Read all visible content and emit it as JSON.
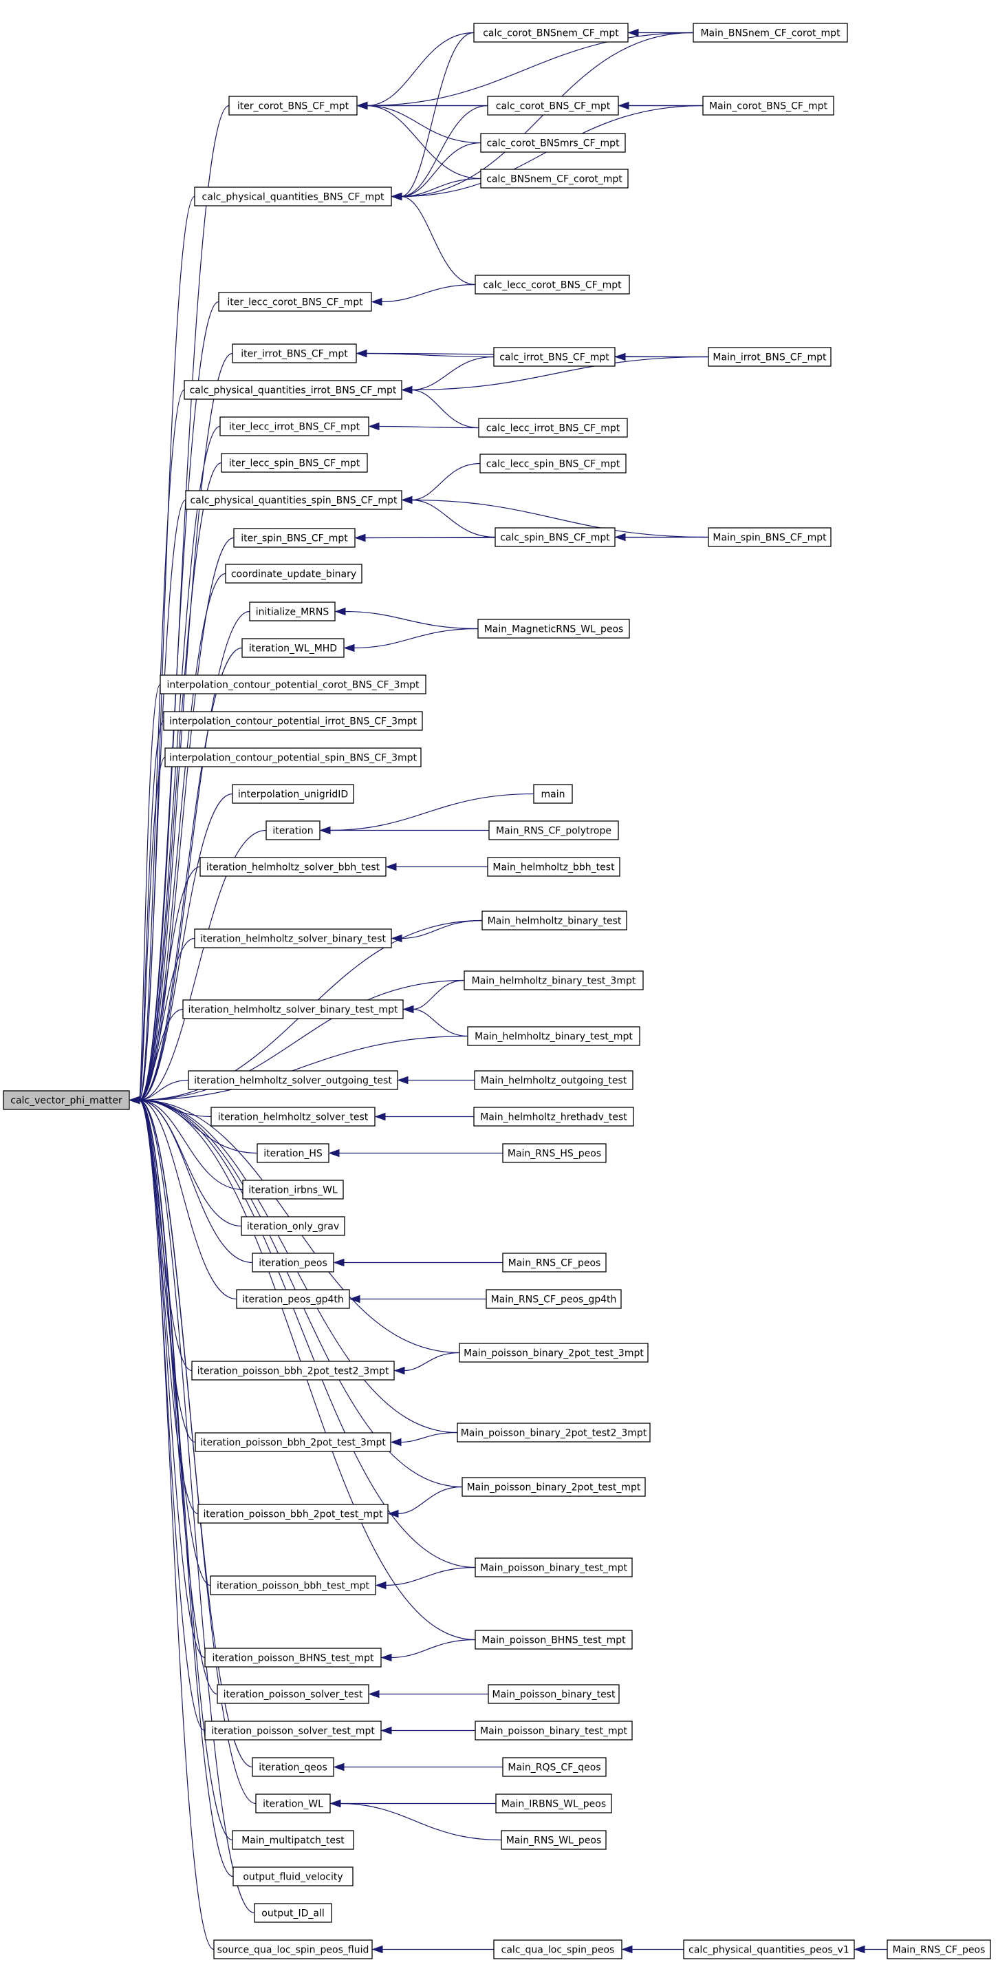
{
  "graph": {
    "root": "calc_vector_phi_matter",
    "edge_color": "#191970",
    "root_fill": "#bfbfbf",
    "nodes": [
      "calc_vector_phi_matter",
      "iter_corot_BNS_CF_mpt",
      "calc_corot_BNSnem_CF_mpt",
      "Main_BNSnem_CF_corot_mpt",
      "calc_corot_BNS_CF_mpt",
      "Main_corot_BNS_CF_mpt",
      "calc_corot_BNSmrs_CF_mpt",
      "calc_physical_quantities_BNS_CF_mpt",
      "calc_BNSnem_CF_corot_mpt",
      "iter_lecc_corot_BNS_CF_mpt",
      "calc_lecc_corot_BNS_CF_mpt",
      "iter_irrot_BNS_CF_mpt",
      "calc_irrot_BNS_CF_mpt",
      "Main_irrot_BNS_CF_mpt",
      "calc_physical_quantities_irrot_BNS_CF_mpt",
      "iter_lecc_irrot_BNS_CF_mpt",
      "calc_lecc_irrot_BNS_CF_mpt",
      "iter_lecc_spin_BNS_CF_mpt",
      "calc_lecc_spin_BNS_CF_mpt",
      "calc_physical_quantities_spin_BNS_CF_mpt",
      "iter_spin_BNS_CF_mpt",
      "calc_spin_BNS_CF_mpt",
      "Main_spin_BNS_CF_mpt",
      "coordinate_update_binary",
      "initialize_MRNS",
      "Main_MagneticRNS_WL_peos",
      "iteration_WL_MHD",
      "interpolation_contour_potential_corot_BNS_CF_3mpt",
      "interpolation_contour_potential_irrot_BNS_CF_3mpt",
      "interpolation_contour_potential_spin_BNS_CF_3mpt",
      "interpolation_unigridID",
      "main",
      "iteration",
      "Main_RNS_CF_polytrope",
      "iteration_helmholtz_solver_bbh_test",
      "Main_helmholtz_bbh_test",
      "Main_helmholtz_binary_test",
      "iteration_helmholtz_solver_binary_test",
      "Main_helmholtz_binary_test_3mpt",
      "iteration_helmholtz_solver_binary_test_mpt",
      "Main_helmholtz_binary_test_mpt",
      "iteration_helmholtz_solver_outgoing_test",
      "Main_helmholtz_outgoing_test",
      "iteration_helmholtz_solver_test",
      "Main_helmholtz_hrethadv_test",
      "iteration_HS",
      "Main_RNS_HS_peos",
      "iteration_irbns_WL",
      "iteration_only_grav",
      "iteration_peos",
      "Main_RNS_CF_peos",
      "iteration_peos_gp4th",
      "Main_RNS_CF_peos_gp4th",
      "Main_poisson_binary_2pot_test_3mpt",
      "iteration_poisson_bbh_2pot_test2_3mpt",
      "Main_poisson_binary_2pot_test2_3mpt",
      "iteration_poisson_bbh_2pot_test_3mpt",
      "Main_poisson_binary_2pot_test_mpt",
      "iteration_poisson_bbh_2pot_test_mpt",
      "Main_poisson_binary_test_mpt",
      "iteration_poisson_bbh_test_mpt",
      "Main_poisson_BHNS_test_mpt",
      "iteration_poisson_BHNS_test_mpt",
      "iteration_poisson_solver_test",
      "Main_poisson_binary_test",
      "iteration_poisson_solver_test_mpt",
      "Main_poisson_binary_test_mpt_2",
      "iteration_qeos",
      "Main_RQS_CF_qeos",
      "iteration_WL",
      "Main_IRBNS_WL_peos",
      "Main_RNS_WL_peos",
      "Main_multipatch_test",
      "output_fluid_velocity",
      "output_ID_all",
      "source_qua_loc_spin_peos_fluid",
      "calc_qua_loc_spin_peos",
      "calc_physical_quantities_peos_v1",
      "Main_RNS_CF_peos_2"
    ],
    "labels": {
      "calc_vector_phi_matter": "calc_vector_phi_matter",
      "iter_corot_BNS_CF_mpt": "iter_corot_BNS_CF_mpt",
      "calc_corot_BNSnem_CF_mpt": "calc_corot_BNSnem_CF_mpt",
      "Main_BNSnem_CF_corot_mpt": "Main_BNSnem_CF_corot_mpt",
      "calc_corot_BNS_CF_mpt": "calc_corot_BNS_CF_mpt",
      "Main_corot_BNS_CF_mpt": "Main_corot_BNS_CF_mpt",
      "calc_corot_BNSmrs_CF_mpt": "calc_corot_BNSmrs_CF_mpt",
      "calc_physical_quantities_BNS_CF_mpt": "calc_physical_quantities_BNS_CF_mpt",
      "calc_BNSnem_CF_corot_mpt": "calc_BNSnem_CF_corot_mpt",
      "iter_lecc_corot_BNS_CF_mpt": "iter_lecc_corot_BNS_CF_mpt",
      "calc_lecc_corot_BNS_CF_mpt": "calc_lecc_corot_BNS_CF_mpt",
      "iter_irrot_BNS_CF_mpt": "iter_irrot_BNS_CF_mpt",
      "calc_irrot_BNS_CF_mpt": "calc_irrot_BNS_CF_mpt",
      "Main_irrot_BNS_CF_mpt": "Main_irrot_BNS_CF_mpt",
      "calc_physical_quantities_irrot_BNS_CF_mpt": "calc_physical_quantities_irrot_BNS_CF_mpt",
      "iter_lecc_irrot_BNS_CF_mpt": "iter_lecc_irrot_BNS_CF_mpt",
      "calc_lecc_irrot_BNS_CF_mpt": "calc_lecc_irrot_BNS_CF_mpt",
      "iter_lecc_spin_BNS_CF_mpt": "iter_lecc_spin_BNS_CF_mpt",
      "calc_lecc_spin_BNS_CF_mpt": "calc_lecc_spin_BNS_CF_mpt",
      "calc_physical_quantities_spin_BNS_CF_mpt": "calc_physical_quantities_spin_BNS_CF_mpt",
      "iter_spin_BNS_CF_mpt": "iter_spin_BNS_CF_mpt",
      "calc_spin_BNS_CF_mpt": "calc_spin_BNS_CF_mpt",
      "Main_spin_BNS_CF_mpt": "Main_spin_BNS_CF_mpt",
      "coordinate_update_binary": "coordinate_update_binary",
      "initialize_MRNS": "initialize_MRNS",
      "Main_MagneticRNS_WL_peos": "Main_MagneticRNS_WL_peos",
      "iteration_WL_MHD": "iteration_WL_MHD",
      "interpolation_contour_potential_corot_BNS_CF_3mpt": "interpolation_contour_potential_corot_BNS_CF_3mpt",
      "interpolation_contour_potential_irrot_BNS_CF_3mpt": "interpolation_contour_potential_irrot_BNS_CF_3mpt",
      "interpolation_contour_potential_spin_BNS_CF_3mpt": "interpolation_contour_potential_spin_BNS_CF_3mpt",
      "interpolation_unigridID": "interpolation_unigridID",
      "main": "main",
      "iteration": "iteration",
      "Main_RNS_CF_polytrope": "Main_RNS_CF_polytrope",
      "iteration_helmholtz_solver_bbh_test": "iteration_helmholtz_solver_bbh_test",
      "Main_helmholtz_bbh_test": "Main_helmholtz_bbh_test",
      "Main_helmholtz_binary_test": "Main_helmholtz_binary_test",
      "iteration_helmholtz_solver_binary_test": "iteration_helmholtz_solver_binary_test",
      "Main_helmholtz_binary_test_3mpt": "Main_helmholtz_binary_test_3mpt",
      "iteration_helmholtz_solver_binary_test_mpt": "iteration_helmholtz_solver_binary_test_mpt",
      "Main_helmholtz_binary_test_mpt": "Main_helmholtz_binary_test_mpt",
      "iteration_helmholtz_solver_outgoing_test": "iteration_helmholtz_solver_outgoing_test",
      "Main_helmholtz_outgoing_test": "Main_helmholtz_outgoing_test",
      "iteration_helmholtz_solver_test": "iteration_helmholtz_solver_test",
      "Main_helmholtz_hrethadv_test": "Main_helmholtz_hrethadv_test",
      "iteration_HS": "iteration_HS",
      "Main_RNS_HS_peos": "Main_RNS_HS_peos",
      "iteration_irbns_WL": "iteration_irbns_WL",
      "iteration_only_grav": "iteration_only_grav",
      "iteration_peos": "iteration_peos",
      "Main_RNS_CF_peos": "Main_RNS_CF_peos",
      "iteration_peos_gp4th": "iteration_peos_gp4th",
      "Main_RNS_CF_peos_gp4th": "Main_RNS_CF_peos_gp4th",
      "Main_poisson_binary_2pot_test_3mpt": "Main_poisson_binary_2pot_test_3mpt",
      "iteration_poisson_bbh_2pot_test2_3mpt": "iteration_poisson_bbh_2pot_test2_3mpt",
      "Main_poisson_binary_2pot_test2_3mpt": "Main_poisson_binary_2pot_test2_3mpt",
      "iteration_poisson_bbh_2pot_test_3mpt": "iteration_poisson_bbh_2pot_test_3mpt",
      "Main_poisson_binary_2pot_test_mpt": "Main_poisson_binary_2pot_test_mpt",
      "iteration_poisson_bbh_2pot_test_mpt": "iteration_poisson_bbh_2pot_test_mpt",
      "Main_poisson_binary_test_mpt": "Main_poisson_binary_test_mpt",
      "iteration_poisson_bbh_test_mpt": "iteration_poisson_bbh_test_mpt",
      "Main_poisson_BHNS_test_mpt": "Main_poisson_BHNS_test_mpt",
      "iteration_poisson_BHNS_test_mpt": "iteration_poisson_BHNS_test_mpt",
      "iteration_poisson_solver_test": "iteration_poisson_solver_test",
      "Main_poisson_binary_test": "Main_poisson_binary_test",
      "iteration_poisson_solver_test_mpt": "iteration_poisson_solver_test_mpt",
      "Main_poisson_binary_test_mpt_2": "Main_poisson_binary_test_mpt",
      "iteration_qeos": "iteration_qeos",
      "Main_RQS_CF_qeos": "Main_RQS_CF_qeos",
      "iteration_WL": "iteration_WL",
      "Main_IRBNS_WL_peos": "Main_IRBNS_WL_peos",
      "Main_RNS_WL_peos": "Main_RNS_WL_peos",
      "Main_multipatch_test": "Main_multipatch_test",
      "output_fluid_velocity": "output_fluid_velocity",
      "output_ID_all": "output_ID_all",
      "source_qua_loc_spin_peos_fluid": "source_qua_loc_spin_peos_fluid",
      "calc_qua_loc_spin_peos": "calc_qua_loc_spin_peos",
      "calc_physical_quantities_peos_v1": "calc_physical_quantities_peos_v1",
      "Main_RNS_CF_peos_2": "Main_RNS_CF_peos"
    },
    "edges": [
      [
        "iter_corot_BNS_CF_mpt",
        "calc_vector_phi_matter"
      ],
      [
        "calc_physical_quantities_BNS_CF_mpt",
        "calc_vector_phi_matter"
      ],
      [
        "iter_lecc_corot_BNS_CF_mpt",
        "calc_vector_phi_matter"
      ],
      [
        "iter_irrot_BNS_CF_mpt",
        "calc_vector_phi_matter"
      ],
      [
        "calc_physical_quantities_irrot_BNS_CF_mpt",
        "calc_vector_phi_matter"
      ],
      [
        "iter_lecc_irrot_BNS_CF_mpt",
        "calc_vector_phi_matter"
      ],
      [
        "iter_lecc_spin_BNS_CF_mpt",
        "calc_vector_phi_matter"
      ],
      [
        "calc_physical_quantities_spin_BNS_CF_mpt",
        "calc_vector_phi_matter"
      ],
      [
        "iter_spin_BNS_CF_mpt",
        "calc_vector_phi_matter"
      ],
      [
        "coordinate_update_binary",
        "calc_vector_phi_matter"
      ],
      [
        "initialize_MRNS",
        "calc_vector_phi_matter"
      ],
      [
        "iteration_WL_MHD",
        "calc_vector_phi_matter"
      ],
      [
        "interpolation_contour_potential_corot_BNS_CF_3mpt",
        "calc_vector_phi_matter"
      ],
      [
        "interpolation_contour_potential_irrot_BNS_CF_3mpt",
        "calc_vector_phi_matter"
      ],
      [
        "interpolation_contour_potential_spin_BNS_CF_3mpt",
        "calc_vector_phi_matter"
      ],
      [
        "interpolation_unigridID",
        "calc_vector_phi_matter"
      ],
      [
        "iteration",
        "calc_vector_phi_matter"
      ],
      [
        "iteration_helmholtz_solver_bbh_test",
        "calc_vector_phi_matter"
      ],
      [
        "Main_helmholtz_binary_test",
        "calc_vector_phi_matter"
      ],
      [
        "iteration_helmholtz_solver_binary_test",
        "calc_vector_phi_matter"
      ],
      [
        "Main_helmholtz_binary_test_3mpt",
        "calc_vector_phi_matter"
      ],
      [
        "iteration_helmholtz_solver_binary_test_mpt",
        "calc_vector_phi_matter"
      ],
      [
        "Main_helmholtz_binary_test_mpt",
        "calc_vector_phi_matter"
      ],
      [
        "iteration_helmholtz_solver_outgoing_test",
        "calc_vector_phi_matter"
      ],
      [
        "iteration_helmholtz_solver_test",
        "calc_vector_phi_matter"
      ],
      [
        "iteration_HS",
        "calc_vector_phi_matter"
      ],
      [
        "iteration_irbns_WL",
        "calc_vector_phi_matter"
      ],
      [
        "iteration_only_grav",
        "calc_vector_phi_matter"
      ],
      [
        "iteration_peos",
        "calc_vector_phi_matter"
      ],
      [
        "iteration_peos_gp4th",
        "calc_vector_phi_matter"
      ],
      [
        "Main_poisson_binary_2pot_test_3mpt",
        "calc_vector_phi_matter"
      ],
      [
        "iteration_poisson_bbh_2pot_test2_3mpt",
        "calc_vector_phi_matter"
      ],
      [
        "Main_poisson_binary_2pot_test2_3mpt",
        "calc_vector_phi_matter"
      ],
      [
        "iteration_poisson_bbh_2pot_test_3mpt",
        "calc_vector_phi_matter"
      ],
      [
        "Main_poisson_binary_2pot_test_mpt",
        "calc_vector_phi_matter"
      ],
      [
        "iteration_poisson_bbh_2pot_test_mpt",
        "calc_vector_phi_matter"
      ],
      [
        "Main_poisson_binary_test_mpt",
        "calc_vector_phi_matter"
      ],
      [
        "iteration_poisson_bbh_test_mpt",
        "calc_vector_phi_matter"
      ],
      [
        "Main_poisson_BHNS_test_mpt",
        "calc_vector_phi_matter"
      ],
      [
        "iteration_poisson_BHNS_test_mpt",
        "calc_vector_phi_matter"
      ],
      [
        "iteration_poisson_solver_test",
        "calc_vector_phi_matter"
      ],
      [
        "iteration_poisson_solver_test_mpt",
        "calc_vector_phi_matter"
      ],
      [
        "iteration_qeos",
        "calc_vector_phi_matter"
      ],
      [
        "iteration_WL",
        "calc_vector_phi_matter"
      ],
      [
        "Main_multipatch_test",
        "calc_vector_phi_matter"
      ],
      [
        "output_fluid_velocity",
        "calc_vector_phi_matter"
      ],
      [
        "output_ID_all",
        "calc_vector_phi_matter"
      ],
      [
        "source_qua_loc_spin_peos_fluid",
        "calc_vector_phi_matter"
      ],
      [
        "calc_corot_BNSnem_CF_mpt",
        "iter_corot_BNS_CF_mpt"
      ],
      [
        "Main_BNSnem_CF_corot_mpt",
        "iter_corot_BNS_CF_mpt"
      ],
      [
        "calc_corot_BNS_CF_mpt",
        "iter_corot_BNS_CF_mpt"
      ],
      [
        "Main_corot_BNS_CF_mpt",
        "iter_corot_BNS_CF_mpt"
      ],
      [
        "calc_corot_BNSmrs_CF_mpt",
        "iter_corot_BNS_CF_mpt"
      ],
      [
        "calc_BNSnem_CF_corot_mpt",
        "iter_corot_BNS_CF_mpt"
      ],
      [
        "Main_BNSnem_CF_corot_mpt",
        "calc_corot_BNSnem_CF_mpt"
      ],
      [
        "Main_corot_BNS_CF_mpt",
        "calc_corot_BNS_CF_mpt"
      ],
      [
        "calc_corot_BNSnem_CF_mpt",
        "calc_physical_quantities_BNS_CF_mpt"
      ],
      [
        "calc_corot_BNS_CF_mpt",
        "calc_physical_quantities_BNS_CF_mpt"
      ],
      [
        "calc_corot_BNSmrs_CF_mpt",
        "calc_physical_quantities_BNS_CF_mpt"
      ],
      [
        "calc_BNSnem_CF_corot_mpt",
        "calc_physical_quantities_BNS_CF_mpt"
      ],
      [
        "Main_BNSnem_CF_corot_mpt",
        "calc_physical_quantities_BNS_CF_mpt"
      ],
      [
        "Main_corot_BNS_CF_mpt",
        "calc_physical_quantities_BNS_CF_mpt"
      ],
      [
        "calc_lecc_corot_BNS_CF_mpt",
        "calc_physical_quantities_BNS_CF_mpt"
      ],
      [
        "calc_lecc_corot_BNS_CF_mpt",
        "iter_lecc_corot_BNS_CF_mpt"
      ],
      [
        "calc_irrot_BNS_CF_mpt",
        "iter_irrot_BNS_CF_mpt"
      ],
      [
        "Main_irrot_BNS_CF_mpt",
        "iter_irrot_BNS_CF_mpt"
      ],
      [
        "Main_irrot_BNS_CF_mpt",
        "calc_irrot_BNS_CF_mpt"
      ],
      [
        "calc_irrot_BNS_CF_mpt",
        "calc_physical_quantities_irrot_BNS_CF_mpt"
      ],
      [
        "Main_irrot_BNS_CF_mpt",
        "calc_physical_quantities_irrot_BNS_CF_mpt"
      ],
      [
        "calc_lecc_irrot_BNS_CF_mpt",
        "calc_physical_quantities_irrot_BNS_CF_mpt"
      ],
      [
        "calc_lecc_irrot_BNS_CF_mpt",
        "iter_lecc_irrot_BNS_CF_mpt"
      ],
      [
        "calc_lecc_spin_BNS_CF_mpt",
        "calc_physical_quantities_spin_BNS_CF_mpt"
      ],
      [
        "calc_spin_BNS_CF_mpt",
        "calc_physical_quantities_spin_BNS_CF_mpt"
      ],
      [
        "Main_spin_BNS_CF_mpt",
        "calc_physical_quantities_spin_BNS_CF_mpt"
      ],
      [
        "calc_spin_BNS_CF_mpt",
        "iter_spin_BNS_CF_mpt"
      ],
      [
        "Main_spin_BNS_CF_mpt",
        "iter_spin_BNS_CF_mpt"
      ],
      [
        "Main_spin_BNS_CF_mpt",
        "calc_spin_BNS_CF_mpt"
      ],
      [
        "Main_MagneticRNS_WL_peos",
        "initialize_MRNS"
      ],
      [
        "Main_MagneticRNS_WL_peos",
        "iteration_WL_MHD"
      ],
      [
        "main",
        "iteration"
      ],
      [
        "Main_RNS_CF_polytrope",
        "iteration"
      ],
      [
        "Main_helmholtz_bbh_test",
        "iteration_helmholtz_solver_bbh_test"
      ],
      [
        "Main_helmholtz_binary_test",
        "iteration_helmholtz_solver_binary_test"
      ],
      [
        "Main_helmholtz_binary_test_3mpt",
        "iteration_helmholtz_solver_binary_test_mpt"
      ],
      [
        "Main_helmholtz_binary_test_mpt",
        "iteration_helmholtz_solver_binary_test_mpt"
      ],
      [
        "Main_helmholtz_outgoing_test",
        "iteration_helmholtz_solver_outgoing_test"
      ],
      [
        "Main_helmholtz_hrethadv_test",
        "iteration_helmholtz_solver_test"
      ],
      [
        "Main_RNS_HS_peos",
        "iteration_HS"
      ],
      [
        "Main_RNS_CF_peos",
        "iteration_peos"
      ],
      [
        "Main_RNS_CF_peos_gp4th",
        "iteration_peos_gp4th"
      ],
      [
        "Main_poisson_binary_2pot_test_3mpt",
        "iteration_poisson_bbh_2pot_test2_3mpt"
      ],
      [
        "Main_poisson_binary_2pot_test2_3mpt",
        "iteration_poisson_bbh_2pot_test_3mpt"
      ],
      [
        "Main_poisson_binary_2pot_test_mpt",
        "iteration_poisson_bbh_2pot_test_mpt"
      ],
      [
        "Main_poisson_binary_test_mpt",
        "iteration_poisson_bbh_test_mpt"
      ],
      [
        "Main_poisson_BHNS_test_mpt",
        "iteration_poisson_BHNS_test_mpt"
      ],
      [
        "Main_poisson_binary_test",
        "iteration_poisson_solver_test"
      ],
      [
        "Main_poisson_binary_test_mpt_2",
        "iteration_poisson_solver_test_mpt"
      ],
      [
        "Main_RQS_CF_qeos",
        "iteration_qeos"
      ],
      [
        "Main_IRBNS_WL_peos",
        "iteration_WL"
      ],
      [
        "Main_RNS_WL_peos",
        "iteration_WL"
      ],
      [
        "calc_qua_loc_spin_peos",
        "source_qua_loc_spin_peos_fluid"
      ],
      [
        "calc_physical_quantities_peos_v1",
        "calc_qua_loc_spin_peos"
      ],
      [
        "Main_RNS_CF_peos_2",
        "calc_physical_quantities_peos_v1"
      ]
    ]
  }
}
